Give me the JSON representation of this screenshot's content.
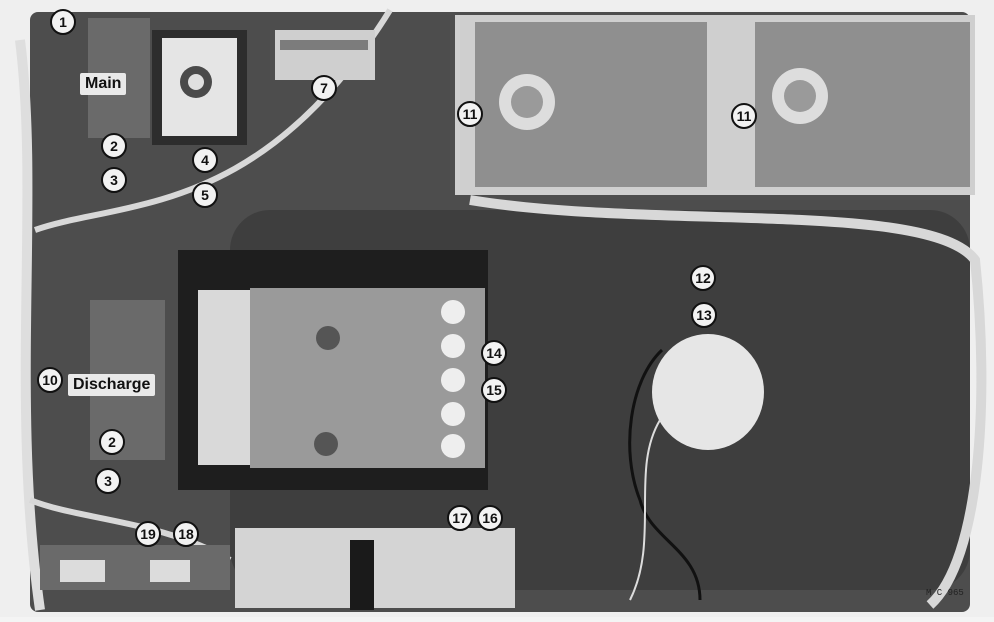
{
  "labels": {
    "main": "Main",
    "discharge": "Discharge",
    "code": "M C 965"
  },
  "callouts": [
    "1",
    "2",
    "3",
    "4",
    "5",
    "7",
    "11",
    "11",
    "12",
    "13",
    "14",
    "15",
    "10",
    "2",
    "3",
    "17",
    "16",
    "19",
    "18"
  ]
}
